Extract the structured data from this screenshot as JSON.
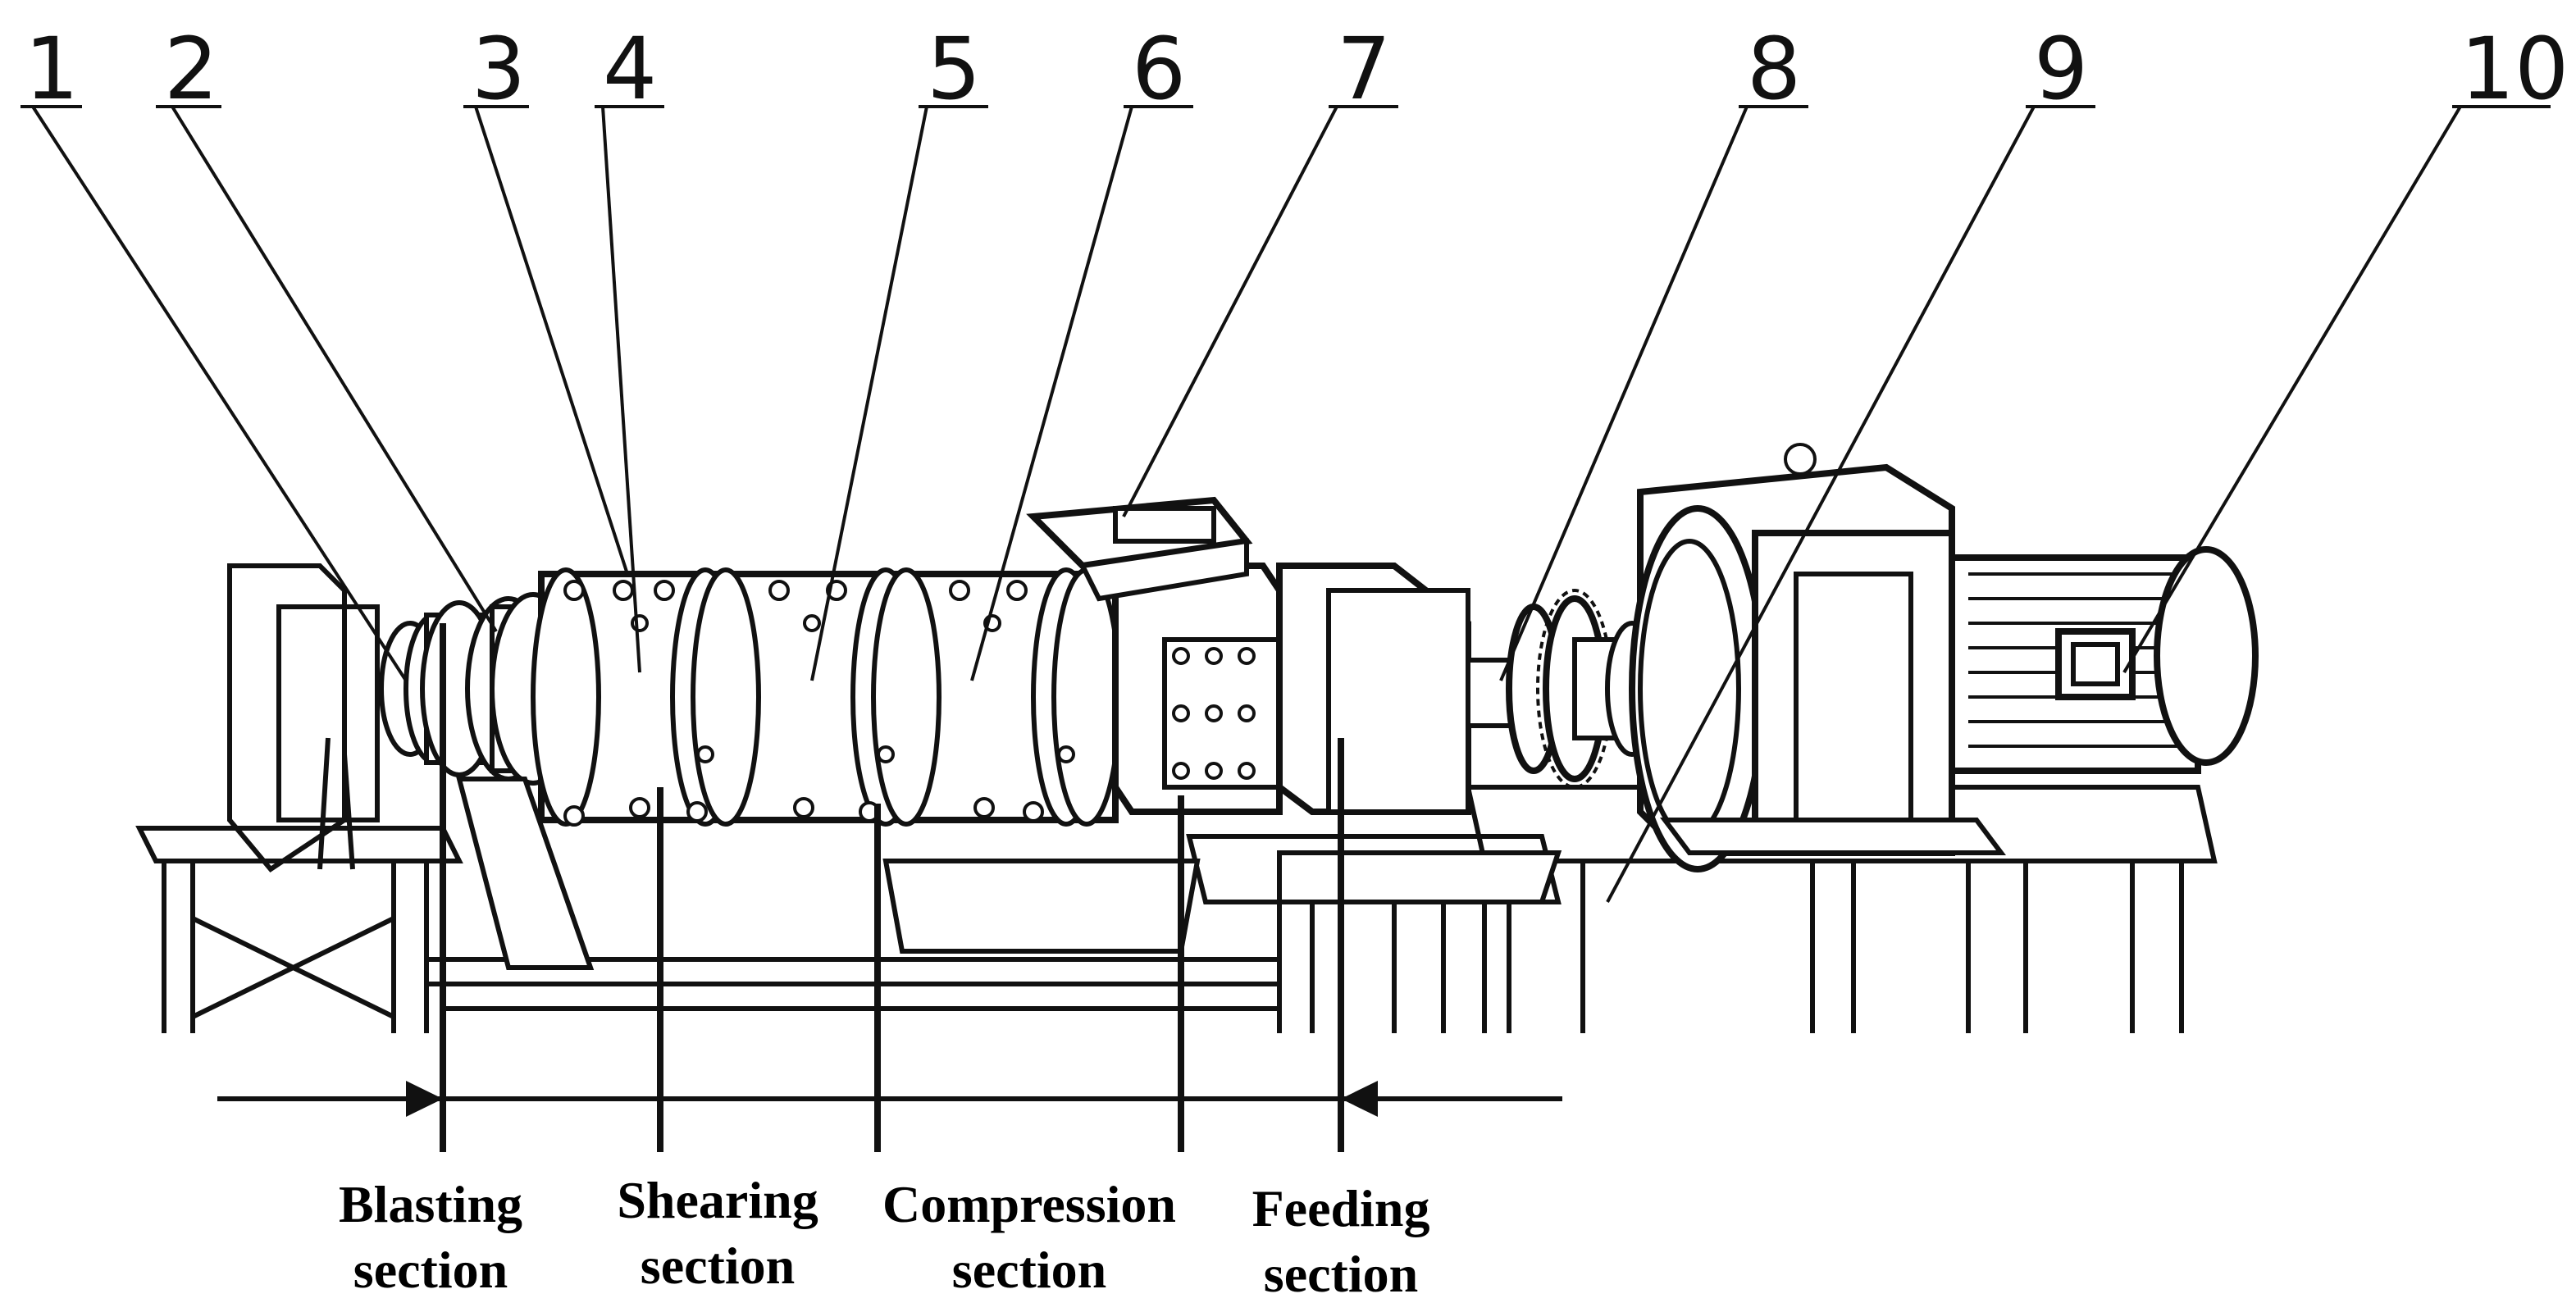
{
  "callouts": [
    "1",
    "2",
    "3",
    "4",
    "5",
    "6",
    "7",
    "8",
    "9",
    "10"
  ],
  "sections": [
    {
      "line1": "Blasting",
      "line2": "section"
    },
    {
      "line1": "Shearing",
      "line2": "section"
    },
    {
      "line1": "Compression",
      "line2": "section"
    },
    {
      "line1": "Feeding",
      "line2": "section"
    }
  ]
}
